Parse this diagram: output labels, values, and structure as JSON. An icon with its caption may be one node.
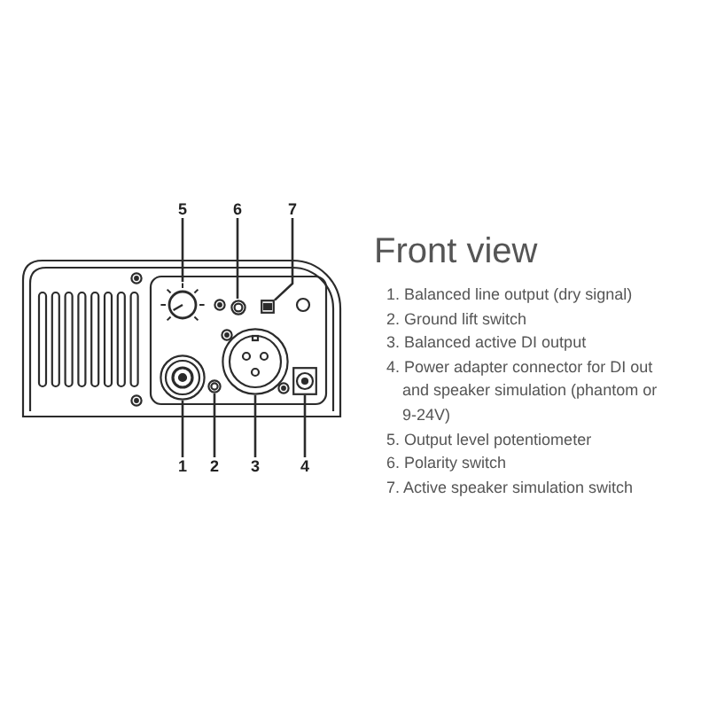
{
  "diagram": {
    "title": "Front view",
    "nodes": [
      {
        "text": [
          "5"
        ]
      },
      {
        "text": [
          "6"
        ]
      },
      {
        "text": [
          "7"
        ]
      },
      {
        "text": [],
        "shape": "picture"
      },
      {
        "text": [],
        "shape": "circle"
      },
      {
        "text": [],
        "shape": "box"
      },
      {
        "text": [],
        "shape": "picture"
      },
      {
        "text": [],
        "shape": "circle"
      },
      {
        "text": [],
        "shape": "picture"
      },
      {
        "text": [],
        "shape": "box"
      },
      {
        "text": [
          "1"
        ]
      },
      {
        "text": [
          "2"
        ]
      },
      {
        "text": [
          "3"
        ]
      },
      {
        "text": [
          "4"
        ]
      }
    ],
    "edges": [
      {
        "from": 0,
        "to": 3,
        "arrow": "none"
      },
      {
        "from": 1,
        "to": 4,
        "arrow": "none"
      },
      {
        "from": 2,
        "to": 5,
        "arrow": "none"
      },
      {
        "from": 10,
        "to": 6,
        "arrow": "none"
      },
      {
        "from": 11,
        "to": 7,
        "arrow": "none"
      },
      {
        "from": 12,
        "to": 8,
        "arrow": "none"
      },
      {
        "from": 13,
        "to": 9,
        "arrow": "none"
      }
    ],
    "labels": [
      "1. Balanced line output (dry signal)",
      "2. Ground lift switch",
      "3. Balanced active DI output",
      "4. Power adapter connector for DI out and speaker simulation (phantom or 9-24V)",
      "5. Output level potentiometer",
      "6. Polarity switch",
      "7. Active speaker simulation switch"
    ]
  }
}
